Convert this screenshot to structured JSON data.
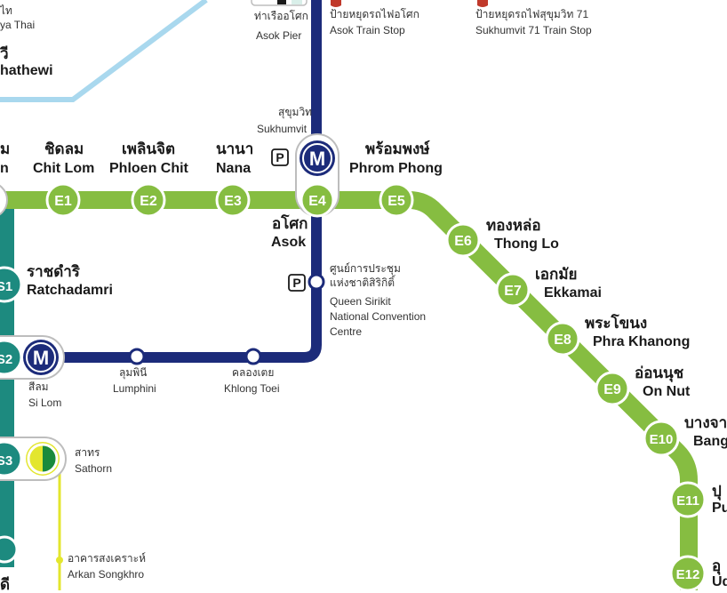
{
  "colors": {
    "sukhumvit_line": "#86bd41",
    "silom_line": "#1d8a7f",
    "mrt_line": "#1c2b7a",
    "airport_link": "#a9d8ee",
    "gold_line": "#e3e62e",
    "station_fill": "#86bd41",
    "station_ring": "#ffffff"
  },
  "icons": {
    "mrt": "M",
    "parking": "P"
  },
  "stations": {
    "e1": {
      "code": "E1",
      "th": "ชิดลม",
      "en": "Chit Lom"
    },
    "e2": {
      "code": "E2",
      "th": "เพลินจิต",
      "en": "Phloen Chit"
    },
    "e3": {
      "code": "E3",
      "th": "นานา",
      "en": "Nana"
    },
    "e4": {
      "code": "E4",
      "th": "อโศก",
      "en": "Asok"
    },
    "e5": {
      "code": "E5",
      "th": "พร้อมพงษ์",
      "en": "Phrom Phong"
    },
    "e6": {
      "code": "E6",
      "th": "ทองหล่อ",
      "en": "Thong Lo"
    },
    "e7": {
      "code": "E7",
      "th": "เอกมัย",
      "en": "Ekkamai"
    },
    "e8": {
      "code": "E8",
      "th": "พระโขนง",
      "en": "Phra Khanong"
    },
    "e9": {
      "code": "E9",
      "th": "อ่อนนุช",
      "en": "On Nut"
    },
    "e10": {
      "code": "E10",
      "th": "บางจาก",
      "en": "Bang"
    },
    "e11": {
      "code": "E11",
      "th": "ปุ",
      "en": "Pu"
    },
    "e12": {
      "code": "E12",
      "th": "อุ",
      "en": "Ud"
    },
    "s1": {
      "code": "S1",
      "th": "ราชดำริ",
      "en": "Ratchadamri"
    },
    "s2": {
      "code": "S2",
      "th": "สีลม",
      "en": "Si Lom"
    },
    "s3": {
      "code": "S3",
      "th": "สาทร",
      "en": "Sathorn"
    }
  },
  "mrt_stations": {
    "sukhumvit": {
      "th": "สุขุมวิท",
      "en": "Sukhumvit"
    },
    "qsncc": {
      "th1": "ศูนย์การประชุม",
      "th2": "แห่งชาติสิริกิติ์",
      "en1": "Queen Sirikit",
      "en2": "National Convention",
      "en3": "Centre"
    },
    "lumphini": {
      "th": "ลุมพินี",
      "en": "Lumphini"
    },
    "khlong_toei": {
      "th": "คลองเตย",
      "en": "Khlong Toei"
    }
  },
  "other_labels": {
    "asok_pier": {
      "th": "ท่าเรืออโศก",
      "en": "Asok Pier"
    },
    "asok_train": {
      "th": "ป้ายหยุดรถไฟอโศก",
      "en": "Asok Train Stop"
    },
    "sukhumvit71": {
      "th": "ป้ายหยุดรถไฟสุขุมวิท 71",
      "en": "Sukhumvit 71 Train Stop"
    },
    "arkan": {
      "th": "อาคารสงเคราะห์",
      "en": "Arkan Songkhro"
    },
    "top_left_th1": "ไท",
    "top_left_en1": "ya Thai",
    "top_left_th2": "วี",
    "top_left_en2": "hathewi",
    "left_th_cut": "ม",
    "left_en_cut": "n",
    "bottom_left_cut": "ดี"
  }
}
